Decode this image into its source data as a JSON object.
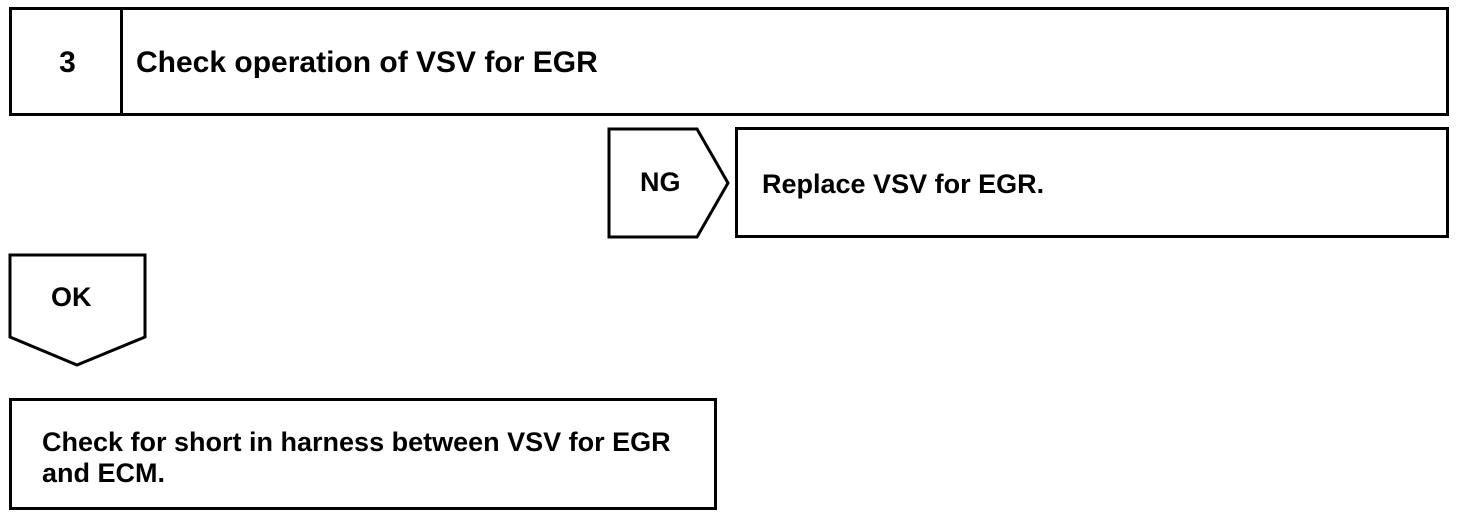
{
  "step": {
    "number": "3",
    "title": "Check operation of VSV for EGR"
  },
  "ng_branch": {
    "label": "NG",
    "action": "Replace VSV for EGR."
  },
  "ok_branch": {
    "label": "OK",
    "action": "Check for short in harness between VSV for EGR and ECM."
  }
}
